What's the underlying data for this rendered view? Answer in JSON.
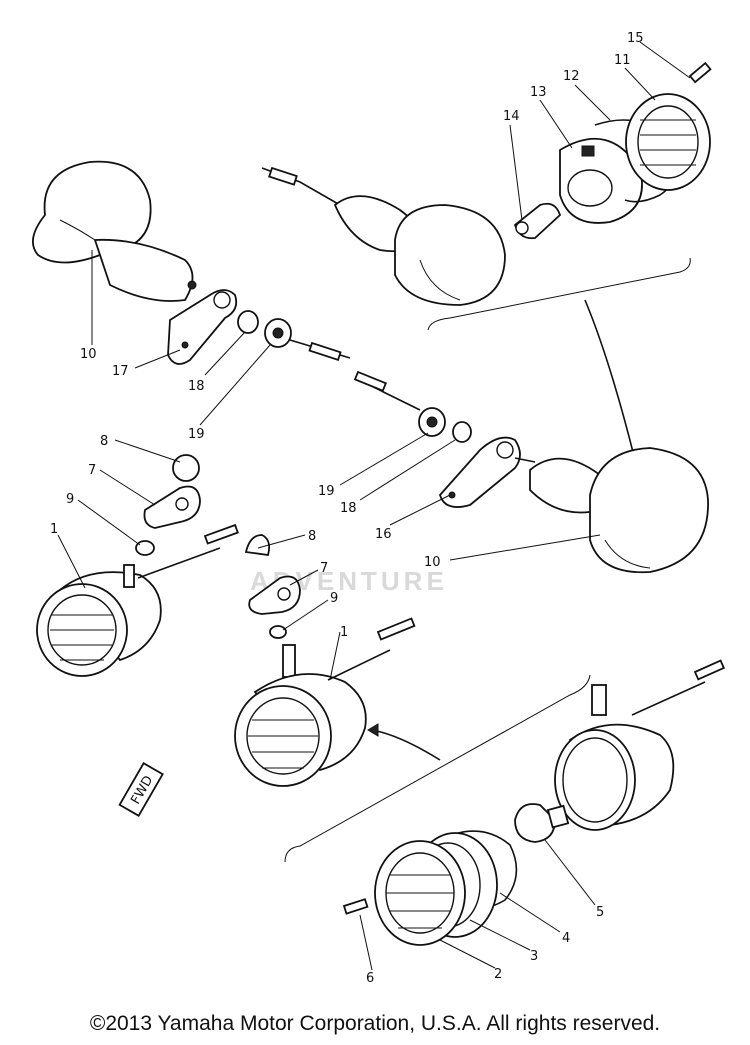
{
  "diagram": {
    "labels": [
      {
        "id": "l15",
        "text": "15"
      },
      {
        "id": "l11",
        "text": "11"
      },
      {
        "id": "l12",
        "text": "12"
      },
      {
        "id": "l13",
        "text": "13"
      },
      {
        "id": "l14",
        "text": "14"
      },
      {
        "id": "l10a",
        "text": "10"
      },
      {
        "id": "l17",
        "text": "17"
      },
      {
        "id": "l18a",
        "text": "18"
      },
      {
        "id": "l19a",
        "text": "19"
      },
      {
        "id": "l8a",
        "text": "8"
      },
      {
        "id": "l7a",
        "text": "7"
      },
      {
        "id": "l9a",
        "text": "9"
      },
      {
        "id": "l1a",
        "text": "1"
      },
      {
        "id": "l19b",
        "text": "19"
      },
      {
        "id": "l18b",
        "text": "18"
      },
      {
        "id": "l16",
        "text": "16"
      },
      {
        "id": "l10b",
        "text": "10"
      },
      {
        "id": "l8b",
        "text": "8"
      },
      {
        "id": "l7b",
        "text": "7"
      },
      {
        "id": "l9b",
        "text": "9"
      },
      {
        "id": "l1b",
        "text": "1"
      },
      {
        "id": "l5",
        "text": "5"
      },
      {
        "id": "l4",
        "text": "4"
      },
      {
        "id": "l3",
        "text": "3"
      },
      {
        "id": "l2",
        "text": "2"
      },
      {
        "id": "l6",
        "text": "6"
      }
    ],
    "fwd_marker": "FWD",
    "watermark": "ADVENTURE"
  },
  "footer": {
    "copyright": "©2013 Yamaha Motor Corporation, U.S.A. All rights reserved."
  }
}
